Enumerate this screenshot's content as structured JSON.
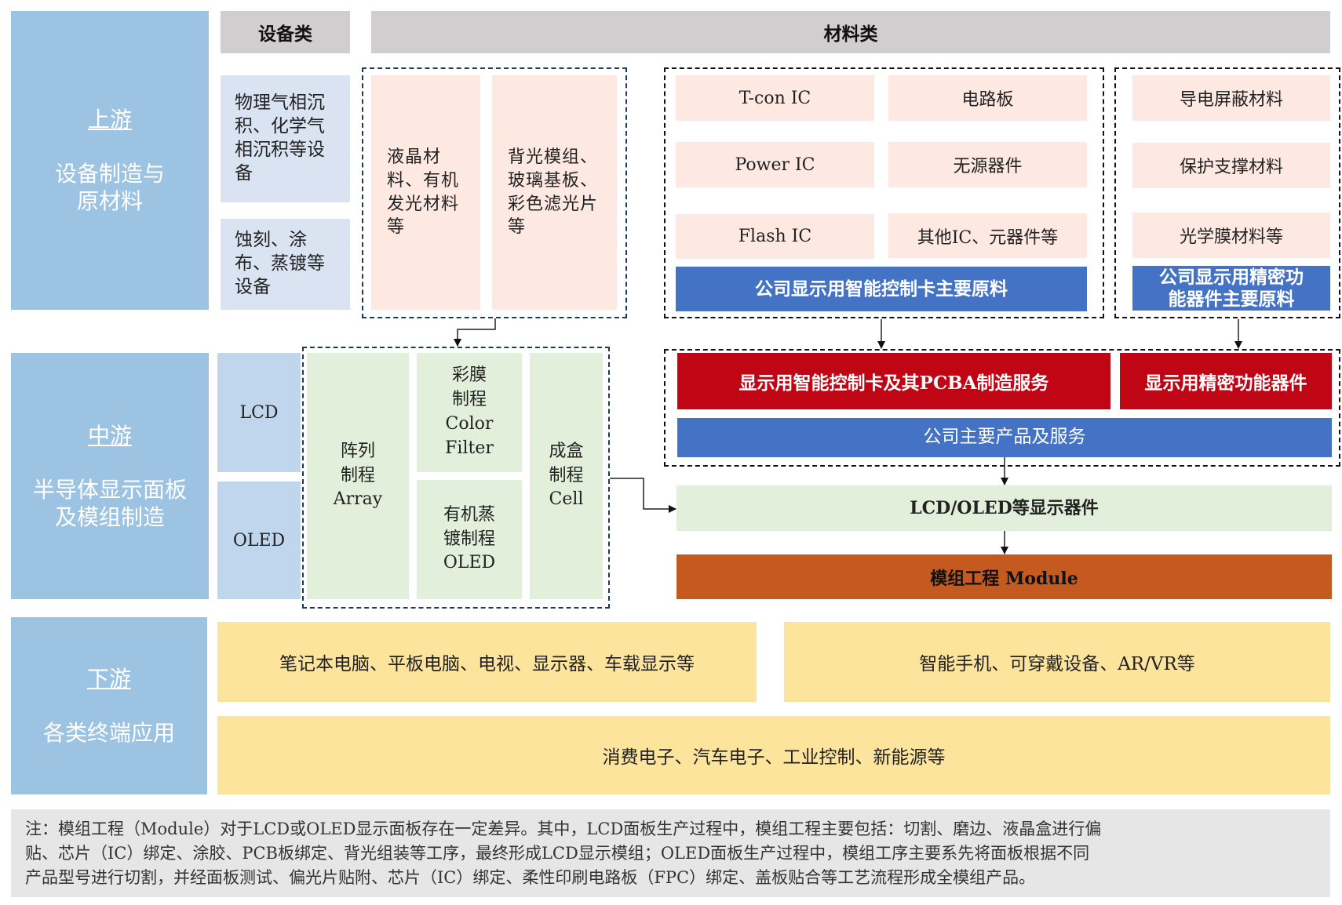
{
  "upstream": {
    "title": "上游",
    "subtitle_line1": "设备制造与",
    "subtitle_line2": "原材料",
    "equipment_header": "设备类",
    "materials_header": "材料类",
    "equipment": [
      "物理气相沉积、化学气相沉积等设备",
      "蚀刻、涂布、蒸镀等设备"
    ],
    "panel_materials": [
      "液晶材料、有机发光材料等",
      "背光模组、玻璃基板、彩色滤光片等"
    ],
    "control_card_materials": {
      "items": [
        "T-con IC",
        "电路板",
        "Power IC",
        "无源器件",
        "Flash IC",
        "其他IC、元器件等"
      ],
      "label": "公司显示用智能控制卡主要原料"
    },
    "precision_materials": {
      "items": [
        "导电屏蔽材料",
        "保护支撑材料",
        "光学膜材料等"
      ],
      "label_line1": "公司显示用精密功",
      "label_line2": "能器件主要原料"
    }
  },
  "midstream": {
    "title": "中游",
    "subtitle_line1": "半导体显示面板",
    "subtitle_line2": "及模组制造",
    "types": [
      "LCD",
      "OLED"
    ],
    "processes": {
      "array": [
        "阵列",
        "制程",
        "Array"
      ],
      "color_filter": [
        "彩膜",
        "制程",
        "Color",
        "Filter"
      ],
      "oled": [
        "有机蒸",
        "镀制程",
        "OLED"
      ],
      "cell": [
        "成盒",
        "制程",
        "Cell"
      ]
    },
    "products": {
      "control_card": "显示用智能控制卡及其PCBA制造服务",
      "precision_device": "显示用精密功能器件",
      "company_label": "公司主要产品及服务"
    },
    "display_devices": "LCD/OLED等显示器件",
    "module": "模组工程 Module"
  },
  "downstream": {
    "title": "下游",
    "subtitle": "各类终端应用",
    "apps": [
      "笔记本电脑、平板电脑、电视、显示器、车载显示等",
      "智能手机、可穿戴设备、AR/VR等",
      "消费电子、汽车电子、工业控制、新能源等"
    ]
  },
  "note": {
    "line1": "注：模组工程（Module）对于LCD或OLED显示面板存在一定差异。其中，LCD面板生产过程中，模组工程主要包括：切割、磨边、液晶盒进行偏",
    "line2": "贴、芯片（IC）绑定、涂胶、PCB板绑定、背光组装等工序，最终形成LCD显示模组；OLED面板生产过程中，模组工序主要系先将面板根据不同",
    "line3": "产品型号进行切割，并经面板测试、偏光片贴附、芯片（IC）绑定、柔性印刷电路板（FPC）绑定、盖板贴合等工艺流程形成全模组产品。"
  },
  "colors": {
    "stage_blue": "#9dc3e3",
    "header_gray": "#d0cecf",
    "pink": "#fde8e2",
    "accent_blue": "#4472c4",
    "product_red": "#c00614",
    "process_green": "#e2efda",
    "module_orange": "#c55a20",
    "app_yellow": "#fde49d"
  }
}
